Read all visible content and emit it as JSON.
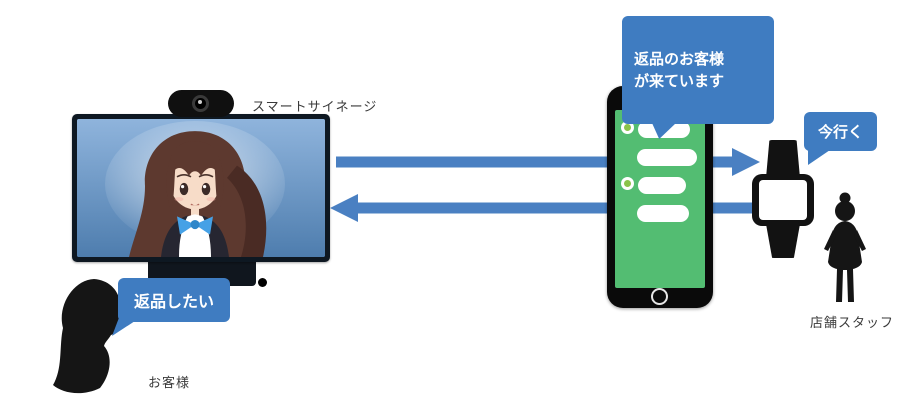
{
  "diagram": {
    "signage_label": "スマートサイネージ",
    "customer_label": "お客様",
    "staff_label": "店舗スタッフ",
    "customer_bubble": "返品したい",
    "notification_bubble": "返品のお客様\nが来ています",
    "staff_bubble": "今行く",
    "colors": {
      "speech_bubble_blue": "#3f7cc1",
      "arrow_blue": "#4a80c2",
      "phone_chat_green": "#53bd72",
      "silhouette_black": "#151515"
    }
  }
}
